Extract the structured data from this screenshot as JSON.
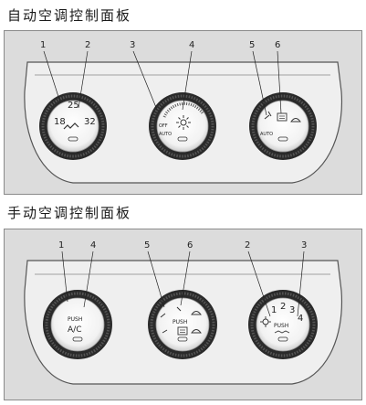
{
  "sections": [
    {
      "title": "自动空调控制面板",
      "callouts": [
        "1",
        "2",
        "3",
        "4",
        "5",
        "6"
      ],
      "knobs": [
        {
          "scale_low": "18",
          "scale_mid": "25",
          "scale_high": "32"
        },
        {
          "off_label": "OFF",
          "auto_label": "AUTO"
        },
        {
          "auto_label": "AUTO"
        }
      ]
    },
    {
      "title": "手动空调控制面板",
      "callouts": [
        "1",
        "4",
        "5",
        "6",
        "2",
        "3"
      ],
      "knobs": [
        {
          "push_label": "PUSH",
          "ac_label": "A/C"
        },
        {
          "push_label": "PUSH"
        },
        {
          "push_label": "PUSH",
          "speed_1": "1",
          "speed_2": "2",
          "speed_3": "3",
          "speed_4": "4"
        }
      ]
    }
  ],
  "colors": {
    "panel_bg": "#dcdcdc",
    "fascia": "#efefef",
    "knob_dark": "#2a2a2a"
  }
}
